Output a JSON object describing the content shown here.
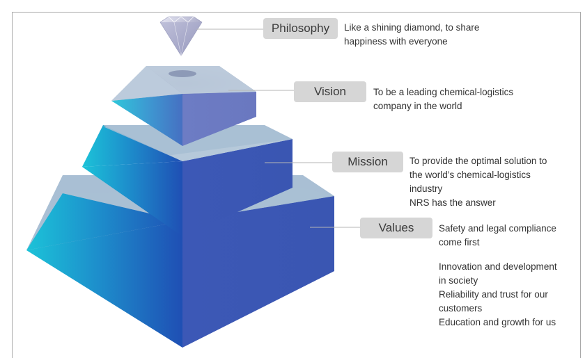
{
  "levels": {
    "philosophy": {
      "label": "Philosophy",
      "lines": [
        "Like a shining diamond, to share",
        "happiness with everyone"
      ]
    },
    "vision": {
      "label": "Vision",
      "lines": [
        "To be a leading chemical-logistics",
        "company in the world"
      ]
    },
    "mission": {
      "label": "Mission",
      "lines": [
        "To provide the optimal solution to",
        "the world’s chemical-logistics",
        "industry",
        "NRS has the answer"
      ]
    },
    "values": {
      "label": "Values",
      "lines_a": [
        "Safety and legal compliance",
        "come first"
      ],
      "lines_b": [
        "Innovation and development",
        "in society",
        "Reliability and trust for our",
        "customers",
        "Education and growth for us"
      ]
    }
  },
  "colors": {
    "pyramid_left_light": "#1cc3d8",
    "pyramid_left_dark": "#1f4fb4",
    "pyramid_right": "#3a57b4",
    "band": "#a9bfd4",
    "label_bg": "#d6d6d6",
    "leader_line": "#b5b5b5"
  },
  "icons": [
    "diamond-icon"
  ]
}
